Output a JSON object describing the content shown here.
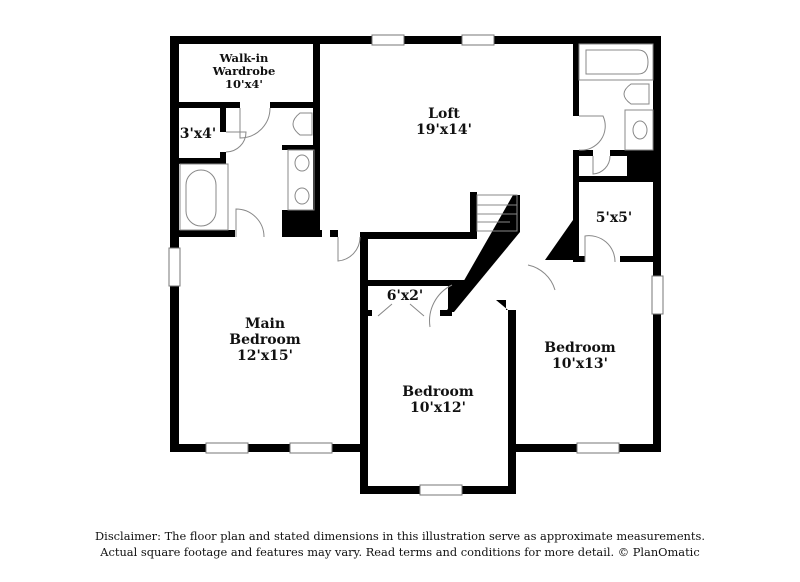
{
  "floorplan": {
    "rooms": [
      {
        "id": "walkin",
        "name": "Walk-in Wardrobe",
        "name_lines": [
          "Walk-in",
          "Wardrobe"
        ],
        "dims": "10'x4'"
      },
      {
        "id": "closet-3x4",
        "name": "",
        "dims": "3'x4'"
      },
      {
        "id": "loft",
        "name": "Loft",
        "dims": "19'x14'"
      },
      {
        "id": "closet-5x5",
        "name": "",
        "dims": "5'x5'"
      },
      {
        "id": "closet-6x2",
        "name": "",
        "dims": "6'x2'"
      },
      {
        "id": "main-bedroom",
        "name": "Main Bedroom",
        "name_lines": [
          "Main",
          "Bedroom"
        ],
        "dims": "12'x15'"
      },
      {
        "id": "bedroom-2",
        "name": "Bedroom",
        "dims": "10'x12'"
      },
      {
        "id": "bedroom-3",
        "name": "Bedroom",
        "dims": "10'x13'"
      }
    ],
    "colors": {
      "wall": "#000000",
      "fixture": "#888888",
      "background": "#ffffff"
    }
  },
  "disclaimer": {
    "line1": "Disclaimer: The floor plan and stated dimensions in this illustration serve as approximate measurements.",
    "line2": "Actual square footage and features may vary. Read terms and conditions for more detail. © PlanOmatic"
  }
}
